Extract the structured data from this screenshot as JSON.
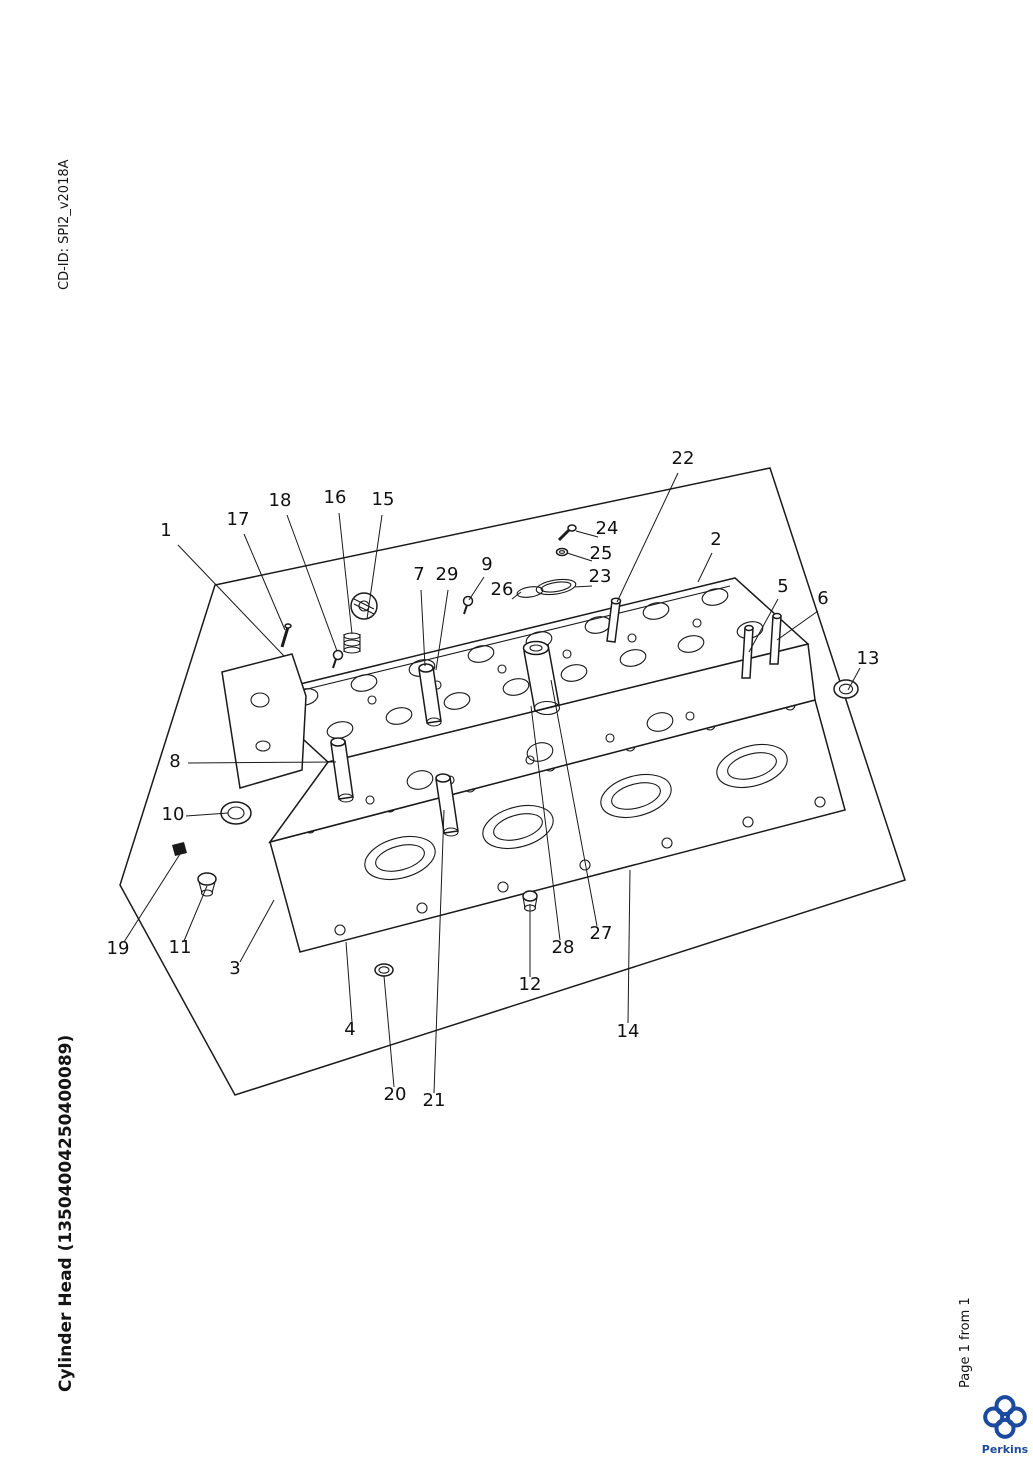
{
  "page": {
    "cd_id": "CD-ID: SPI2_v2018A",
    "title": "Cylinder Head (13504004250400089)",
    "page_label": "Page 1 from 1",
    "brand": "Perkins"
  },
  "diagram": {
    "callouts": {
      "c1": "1",
      "c2": "2",
      "c3": "3",
      "c4": "4",
      "c5": "5",
      "c6": "6",
      "c7": "7",
      "c8": "8",
      "c9": "9",
      "c10": "10",
      "c11": "11",
      "c12": "12",
      "c13": "13",
      "c14": "14",
      "c15": "15",
      "c16": "16",
      "c17": "17",
      "c18": "18",
      "c19": "19",
      "c20": "20",
      "c21": "21",
      "c22": "22",
      "c23": "23",
      "c24": "24",
      "c25": "25",
      "c26": "26",
      "c27": "27",
      "c28": "28",
      "c29": "29"
    }
  },
  "colors": {
    "line": "#1a1a1a",
    "brand_blue": "#1b4a9e"
  }
}
